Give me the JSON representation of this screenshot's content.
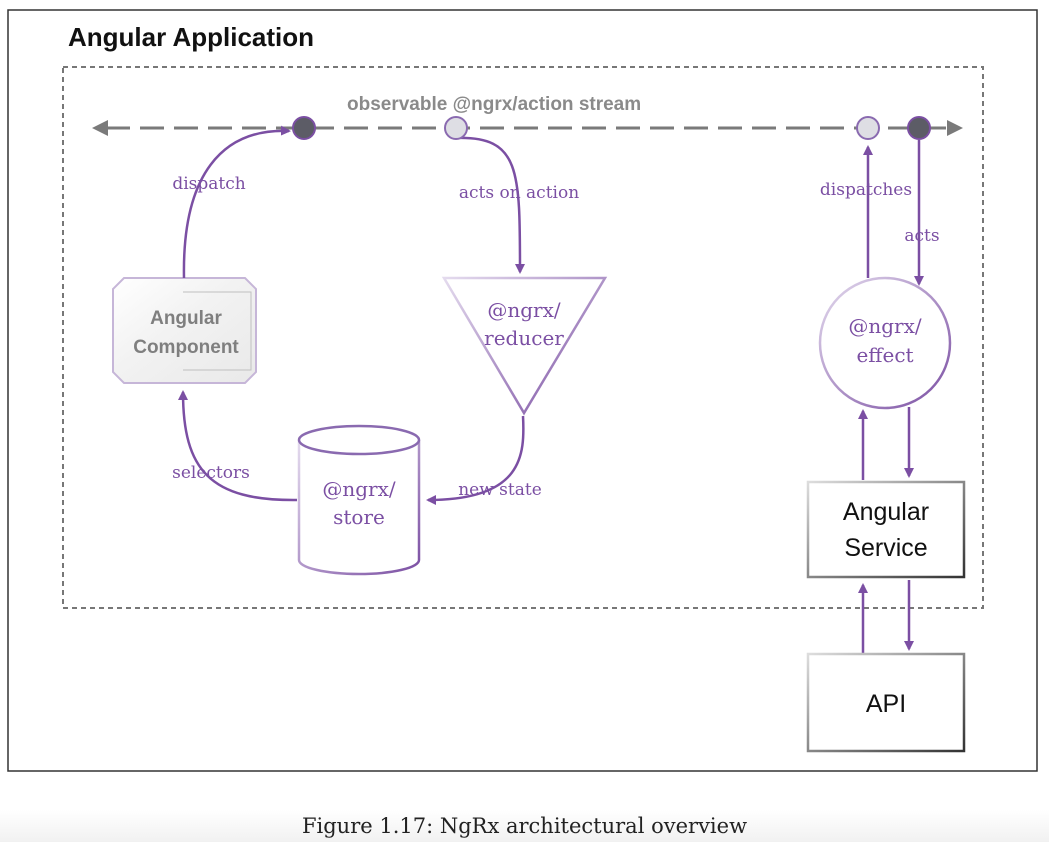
{
  "title": "Angular Application",
  "stream_label": "observable @ngrx/action stream",
  "nodes": {
    "component": [
      "Angular",
      "Component"
    ],
    "reducer": [
      "@ngrx/",
      "reducer"
    ],
    "store": [
      "@ngrx/",
      "store"
    ],
    "effect": [
      "@ngrx/",
      "effect"
    ],
    "service": [
      "Angular",
      "Service"
    ],
    "api": "API"
  },
  "edges": {
    "dispatch": "dispatch",
    "acts_on_action": "acts on action",
    "new_state": "new state",
    "selectors": "selectors",
    "dispatches": "dispatches",
    "acts": "acts"
  },
  "caption": "Figure 1.17: NgRx architectural overview",
  "colors": {
    "purple": "#7b4fa3",
    "purple_light": "#c8b6dc",
    "stream_gray": "#7a7a7a",
    "dot_dark": "#5c5c66",
    "dot_light": "#dedee4",
    "border": "#333333"
  }
}
